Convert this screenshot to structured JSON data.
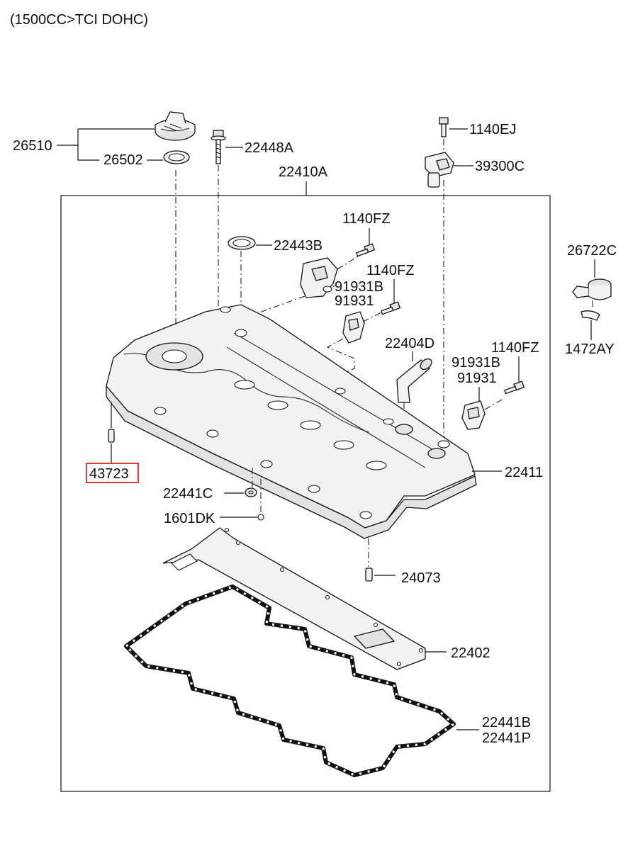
{
  "header": {
    "title": "(1500CC>TCI DOHC)"
  },
  "labels": {
    "p26510": "26510",
    "p26502": "26502",
    "p22448A": "22448A",
    "p22410A": "22410A",
    "p1140EJ": "1140EJ",
    "p39300C": "39300C",
    "p1140FZ_a": "1140FZ",
    "p22443B": "22443B",
    "p1140FZ_b": "1140FZ",
    "p91931B_a": "91931B",
    "p91931_a": "91931",
    "p26722C": "26722C",
    "p1472AY": "1472AY",
    "p22404D": "22404D",
    "p1140FZ_c": "1140FZ",
    "p91931B_b": "91931B",
    "p91931_b": "91931",
    "p43723": "43723",
    "p22411": "22411",
    "p22441C": "22441C",
    "p1601DK": "1601DK",
    "p24073": "24073",
    "p22402": "22402",
    "p22441B": "22441B",
    "p22441P": "22441P"
  },
  "highlight": {
    "color": "#e02020",
    "part": "43723"
  }
}
